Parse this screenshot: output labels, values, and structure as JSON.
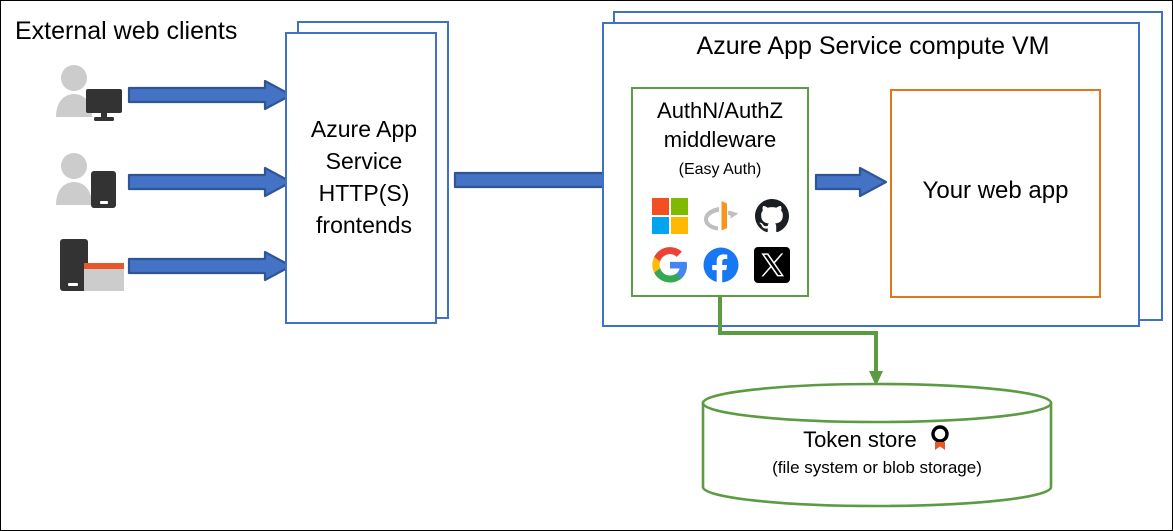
{
  "diagram": {
    "type": "architecture-flow",
    "title_external": "External web clients",
    "vm_title": "Azure App Service compute VM"
  },
  "clients": {
    "label": "External web clients",
    "items": [
      {
        "name": "person-desktop-client",
        "icon": "user-desktop-icon"
      },
      {
        "name": "person-mobile-client",
        "icon": "user-phone-icon"
      },
      {
        "name": "device-browser-client",
        "icon": "device-window-icon"
      }
    ]
  },
  "frontend": {
    "label": "Azure App\nService\nHTTP(S)\nfrontends",
    "lines": [
      "Azure App",
      "Service",
      "HTTP(S)",
      "frontends"
    ],
    "border_color": "#3F72C4"
  },
  "vm": {
    "title": "Azure App Service compute VM",
    "border_color": "#3F72C4"
  },
  "middleware": {
    "title_lines": [
      "AuthN/AuthZ",
      "middleware"
    ],
    "title": "AuthN/AuthZ middleware",
    "subtitle": "(Easy Auth)",
    "border_color": "#5B9B41",
    "providers": [
      {
        "name": "microsoft",
        "label": "Microsoft"
      },
      {
        "name": "openid-connect",
        "label": "OpenID Connect"
      },
      {
        "name": "github",
        "label": "GitHub"
      },
      {
        "name": "google",
        "label": "Google"
      },
      {
        "name": "facebook",
        "label": "Facebook"
      },
      {
        "name": "x-twitter",
        "label": "X"
      }
    ]
  },
  "webapp": {
    "label": "Your web app",
    "border_color": "#E2761B"
  },
  "token_store": {
    "label": "Token store",
    "sublabel": "(file system or blob storage)",
    "icon": "badge-icon",
    "border_color": "#5B9B41"
  },
  "arrows": {
    "color_fill": "#4472C4",
    "color_stroke": "#2F5597",
    "connector_color": "#5B9B41",
    "items": [
      {
        "name": "client-1-to-frontend"
      },
      {
        "name": "client-2-to-frontend"
      },
      {
        "name": "client-3-to-frontend"
      },
      {
        "name": "frontend-to-middleware"
      },
      {
        "name": "middleware-to-webapp"
      },
      {
        "name": "middleware-to-token-store"
      }
    ]
  }
}
